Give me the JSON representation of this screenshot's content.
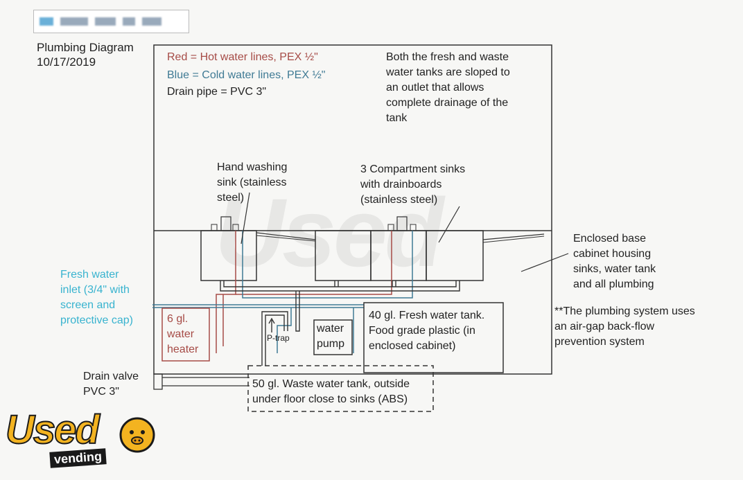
{
  "header": {
    "title": "Plumbing Diagram",
    "date": "10/17/2019"
  },
  "legend": {
    "hot": "Red = Hot water lines, PEX ½\"",
    "cold": "Blue = Cold water lines, PEX ½\"",
    "drain": "Drain pipe = PVC 3\""
  },
  "notes": {
    "tanks_sloped": "Both the fresh and waste\nwater tanks are sloped to\nan outlet that allows\ncomplete drainage of the\ntank",
    "airgap": "**The plumbing system uses\nan air-gap back-flow\nprevention system"
  },
  "labels": {
    "hand_sink": "Hand washing\nsink (stainless\nsteel)",
    "compartment_sinks": "3 Compartment sinks\nwith drainboards\n(stainless steel)",
    "base_cabinet": "Enclosed base\ncabinet housing\nsinks, water tank\nand all plumbing",
    "fresh_inlet": "Fresh water\ninlet (3/4\" with\nscreen and\nprotective cap)",
    "heater": "6 gl.\nwater\nheater",
    "ptrap": "P-trap",
    "pump": "water\npump",
    "fresh_tank": "40 gl. Fresh water tank.\nFood grade plastic (in\nenclosed cabinet)",
    "drain_valve": "Drain valve\nPVC 3\"",
    "waste_tank": "50 gl. Waste water tank, outside\nunder floor close to sinks (ABS)"
  },
  "logo": {
    "word": "Used",
    "sub": "vending"
  },
  "colors": {
    "hot": "#a64b46",
    "cold": "#3f7a94",
    "inlet": "#38b3cf",
    "line": "#333333"
  }
}
